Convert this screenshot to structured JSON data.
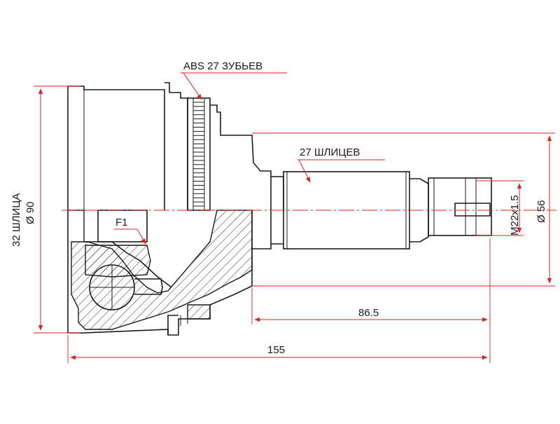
{
  "labels": {
    "abs": "ABS 27 ЗУБЬЕВ",
    "splines": "27 ШЛИЦЕВ",
    "f1": "F1",
    "thread": "M22x1.5",
    "dia_right": "Ø 56",
    "dim_mid": "86.5",
    "dim_total": "155",
    "left_splines": "32 ШЛИЦА",
    "left_dia": "Ø 90"
  },
  "colors": {
    "dimension": "#e02020",
    "outline": "#1a1a1a"
  }
}
